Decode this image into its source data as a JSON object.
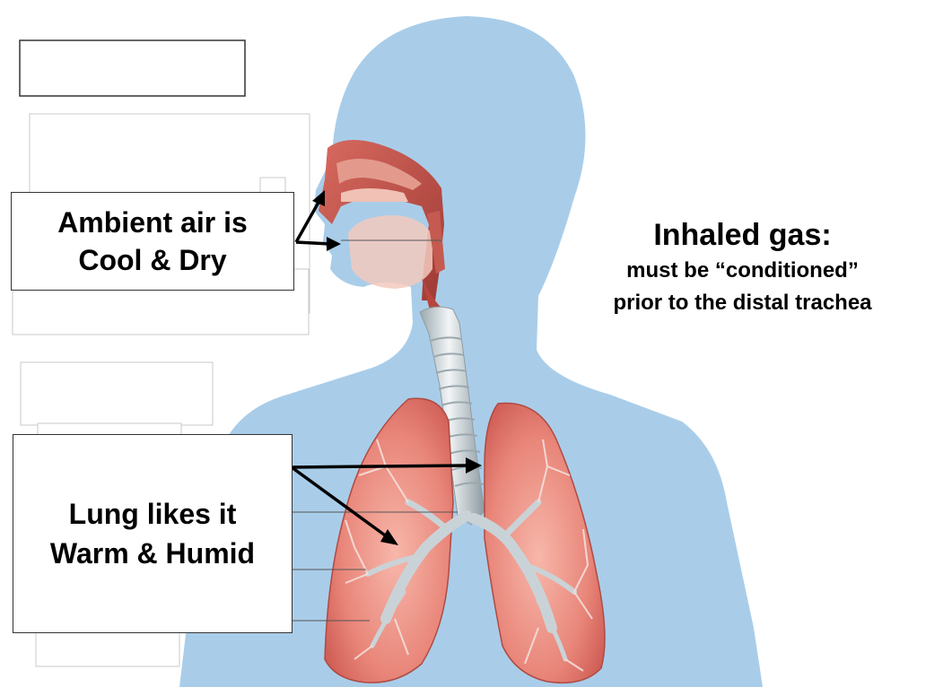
{
  "labels": {
    "ambient": {
      "line1": "Ambient air is",
      "line2": "Cool & Dry"
    },
    "lung": {
      "line1": "Lung likes it",
      "line2": "Warm & Humid"
    }
  },
  "heading": {
    "title": "Inhaled gas:",
    "line1": "must be “conditioned”",
    "line2": "prior to the distal trachea"
  },
  "colors": {
    "body_silhouette": "#a9cde9",
    "airway_tissue": "#c4504a",
    "lung_tissue": "#e58a7d",
    "trachea": "#d9e2e6",
    "arrow": "#000000"
  },
  "icons": {
    "figure": "human-respiratory-system-illustration",
    "arrows": "pointer-arrow"
  }
}
